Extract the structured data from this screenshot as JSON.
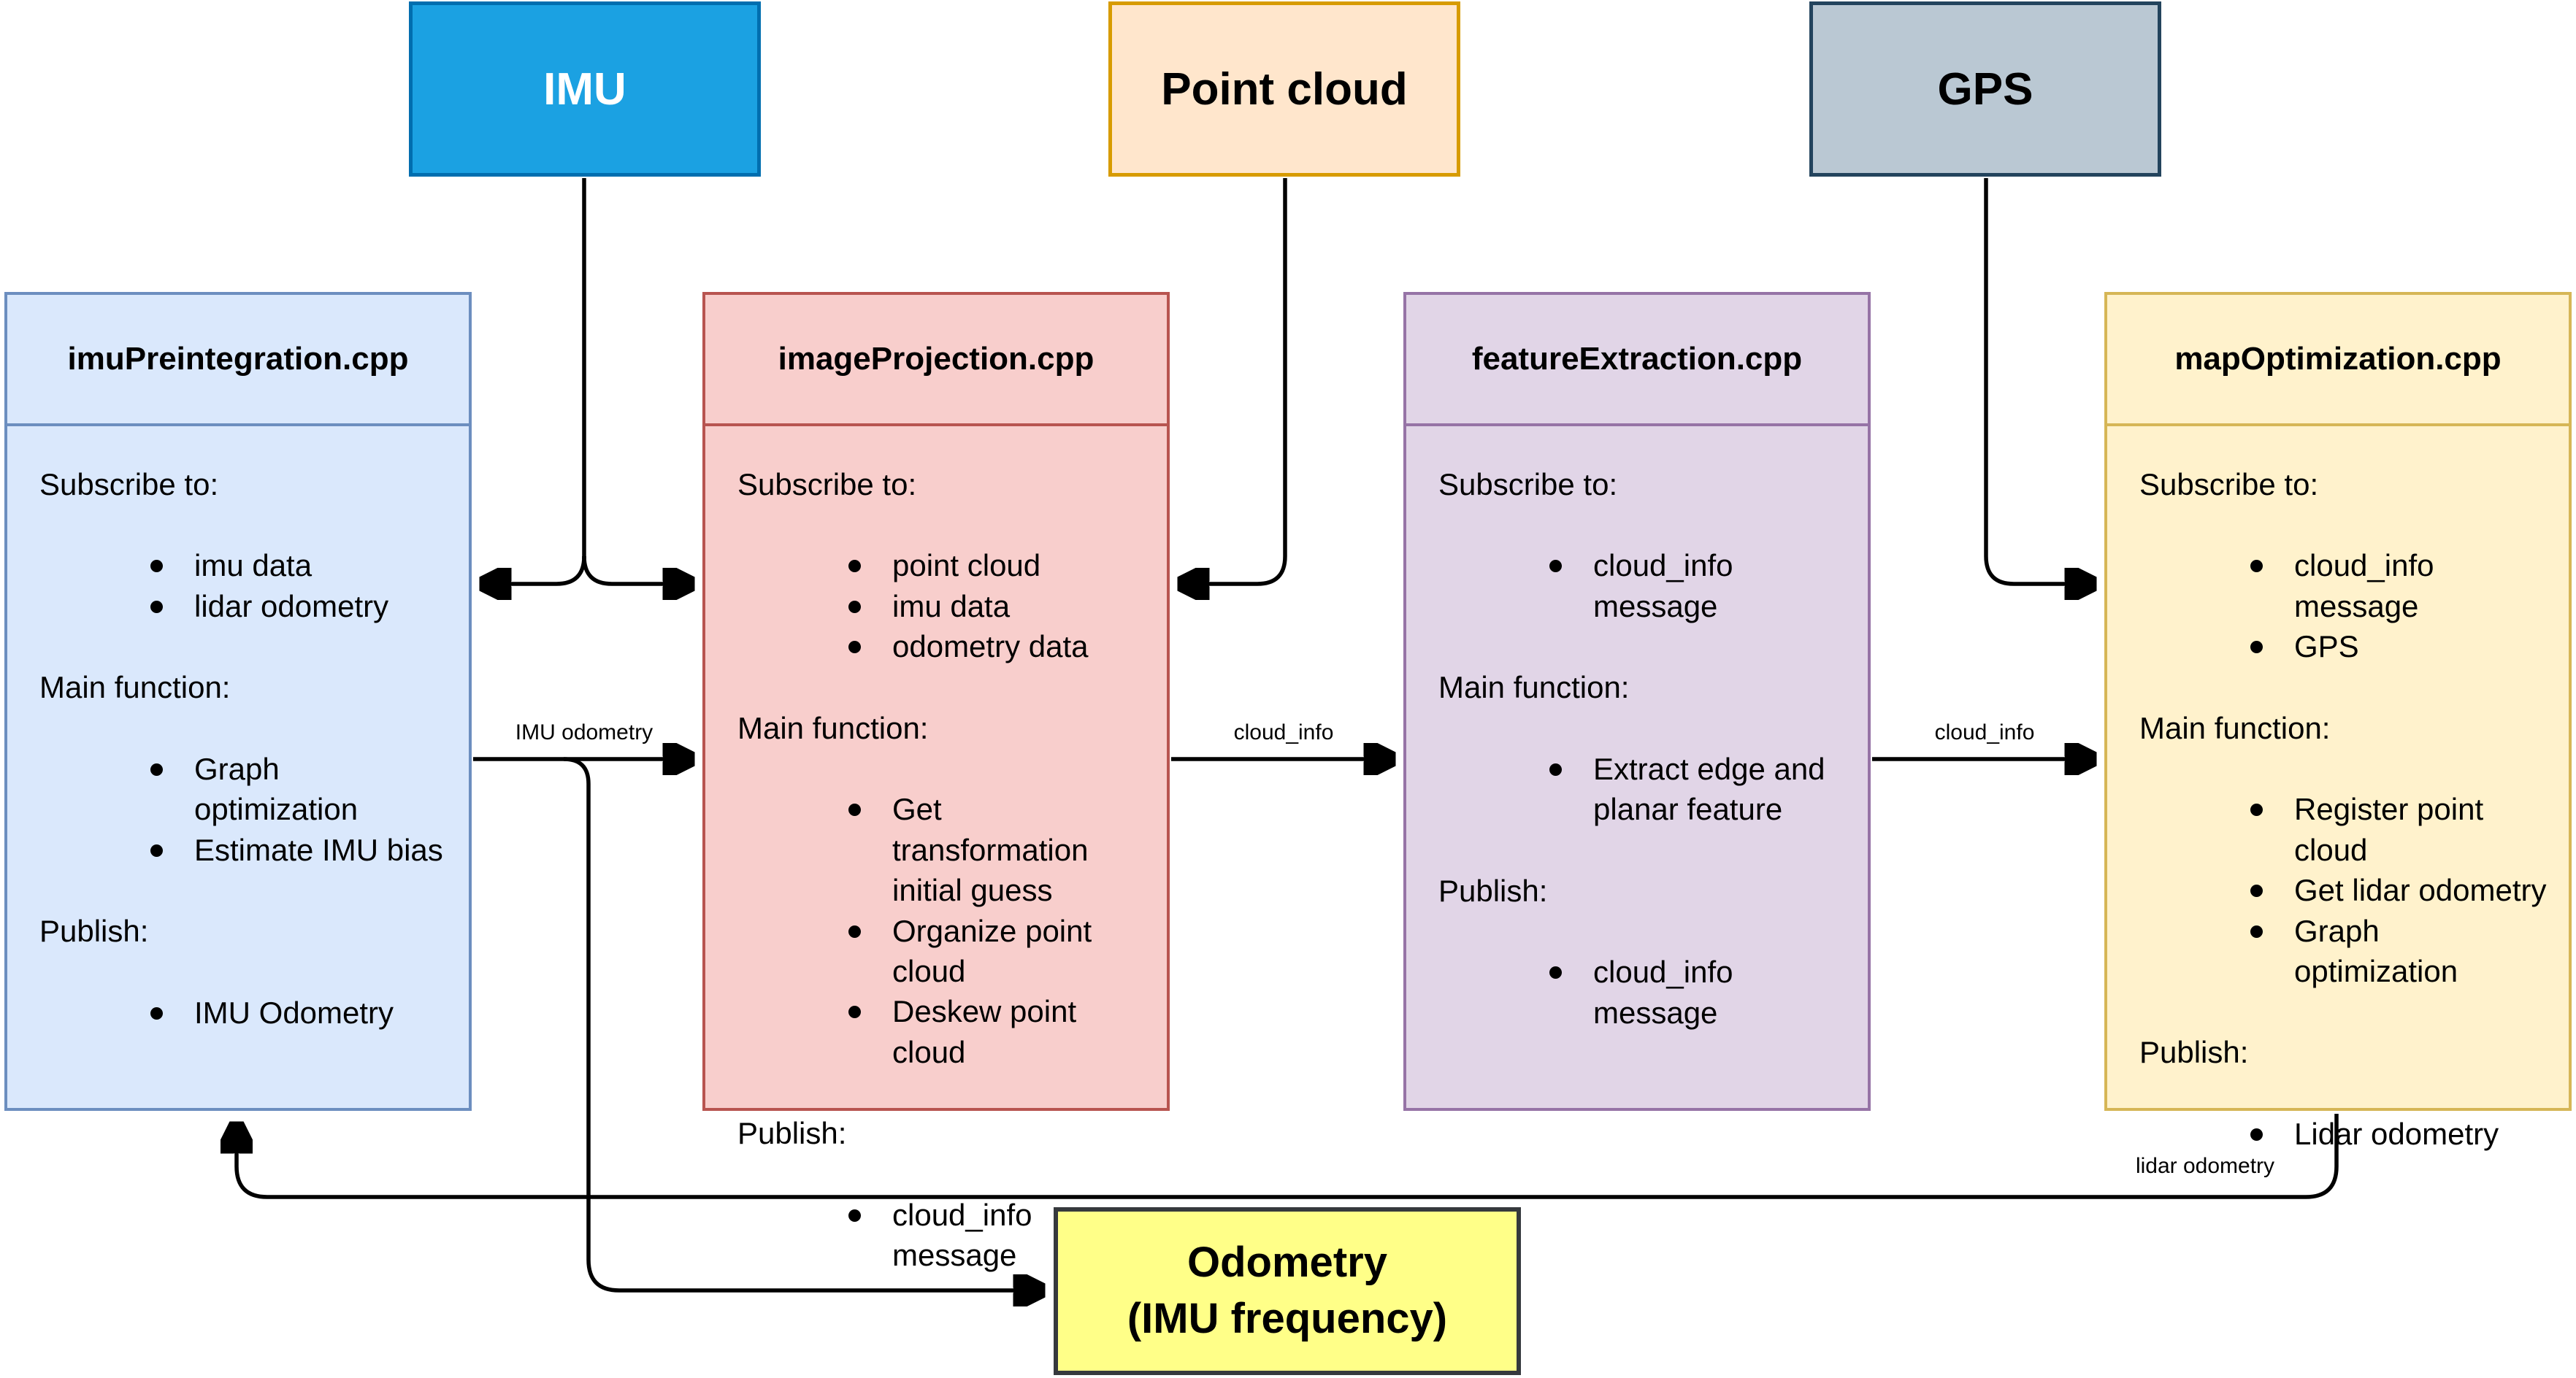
{
  "diagram": {
    "edge_color": "#000000",
    "sources": [
      {
        "id": "imu",
        "label": "IMU",
        "fill": "#1ba1e2",
        "border": "#006eaf",
        "text_color": "#ffffff"
      },
      {
        "id": "point-cloud",
        "label": "Point cloud",
        "fill": "#ffe6cc",
        "border": "#d79b00",
        "text_color": "#000000"
      },
      {
        "id": "gps",
        "label": "GPS",
        "fill": "#bac8d3",
        "border": "#23445d",
        "text_color": "#000000"
      }
    ],
    "nodes": [
      {
        "id": "imuPreintegration",
        "title": "imuPreintegration.cpp",
        "fill": "#dae8fc",
        "border": "#6c8ebf",
        "sections": [
          {
            "heading": "Subscribe to:",
            "items": [
              "imu data",
              "lidar odometry"
            ]
          },
          {
            "heading": "Main function:",
            "items": [
              "Graph optimization",
              "Estimate IMU bias"
            ]
          },
          {
            "heading": "Publish:",
            "items": [
              "IMU Odometry"
            ]
          }
        ]
      },
      {
        "id": "imageProjection",
        "title": "imageProjection.cpp",
        "fill": "#f8cecc",
        "border": "#b85450",
        "sections": [
          {
            "heading": "Subscribe to:",
            "items": [
              "point cloud",
              "imu data",
              "odometry data"
            ]
          },
          {
            "heading": "Main function:",
            "items": [
              "Get transformation initial guess",
              "Organize point cloud",
              "Deskew point cloud"
            ]
          },
          {
            "heading": "Publish:",
            "items": [
              "cloud_info message"
            ]
          }
        ]
      },
      {
        "id": "featureExtraction",
        "title": "featureExtraction.cpp",
        "fill": "#e1d5e7",
        "border": "#9673a6",
        "sections": [
          {
            "heading": "Subscribe to:",
            "items": [
              "cloud_info message"
            ]
          },
          {
            "heading": "Main function:",
            "items": [
              "Extract edge and planar feature"
            ]
          },
          {
            "heading": "Publish:",
            "items": [
              "cloud_info message"
            ]
          }
        ]
      },
      {
        "id": "mapOptimization",
        "title": "mapOptimization.cpp",
        "fill": "#fff2cc",
        "border": "#d6b656",
        "sections": [
          {
            "heading": "Subscribe to:",
            "items": [
              "cloud_info message",
              "GPS"
            ]
          },
          {
            "heading": "Main function:",
            "items": [
              "Register point cloud",
              "Get lidar odometry",
              "Graph optimization"
            ]
          },
          {
            "heading": "Publish:",
            "items": [
              "Lidar odometry"
            ]
          }
        ]
      }
    ],
    "sink": {
      "id": "odometry-output",
      "label_line1": "Odometry",
      "label_line2": "(IMU frequency)",
      "fill": "#ffff88",
      "border": "#36393d",
      "text_color": "#000000"
    },
    "edge_labels": [
      {
        "id": "imu-odometry",
        "text": "IMU odometry"
      },
      {
        "id": "cloud-info-1",
        "text": "cloud_info"
      },
      {
        "id": "cloud-info-2",
        "text": "cloud_info"
      },
      {
        "id": "lidar-odometry",
        "text": "lidar odometry"
      }
    ]
  }
}
